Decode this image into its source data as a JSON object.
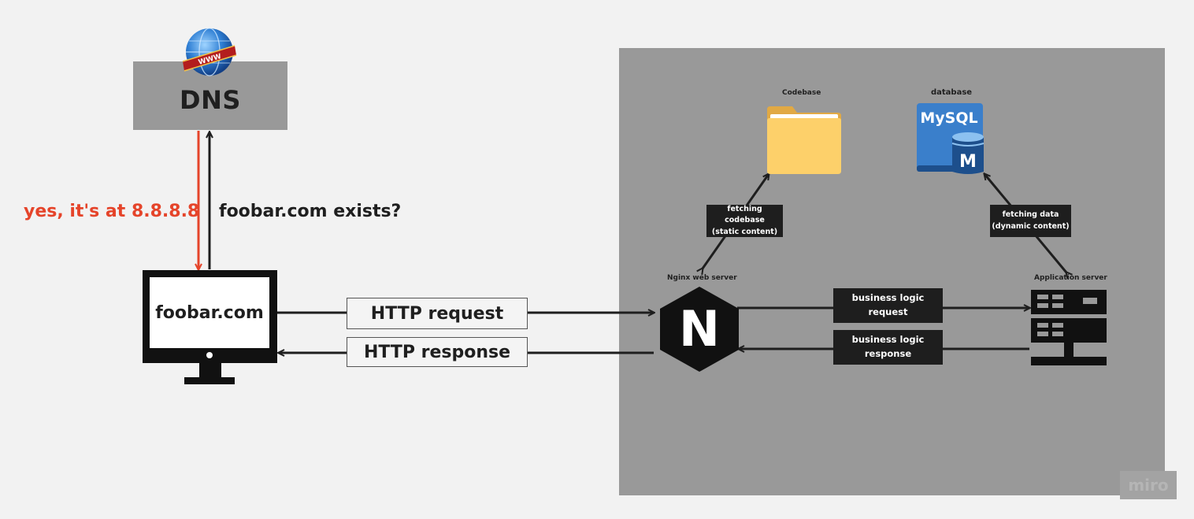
{
  "dns": {
    "label": "DNS",
    "answer": "yes, it's at 8.8.8.8",
    "query": "foobar.com exists?"
  },
  "client": {
    "label": "foobar.com"
  },
  "http": {
    "request": "HTTP request",
    "response": "HTTP response"
  },
  "server": {
    "codebase_caption": "Codebase",
    "database_caption": "database",
    "database_logo_text": "MySQL",
    "database_badge": "M",
    "nginx_caption": "Nginx web server",
    "nginx_letter": "N",
    "app_caption": "Application server",
    "fetch_codebase": [
      "fetching codebase",
      "(static content)"
    ],
    "fetch_data": [
      "fetching data",
      "(dynamic content)"
    ],
    "biz_request": [
      "business logic",
      "request"
    ],
    "biz_response": [
      "business logic",
      "response"
    ]
  },
  "globe_text": "WWW",
  "watermark": "miro",
  "colors": {
    "background": "#f2f2f2",
    "server_area": "#999999",
    "accent_red": "#e5442a",
    "dark": "#1e1e1e",
    "folder": "#fdd06a",
    "mysql_blue": "#3a7fcb"
  },
  "icons": [
    "globe-icon",
    "monitor-icon",
    "folder-icon",
    "mysql-icon",
    "nginx-icon",
    "server-rack-icon"
  ]
}
